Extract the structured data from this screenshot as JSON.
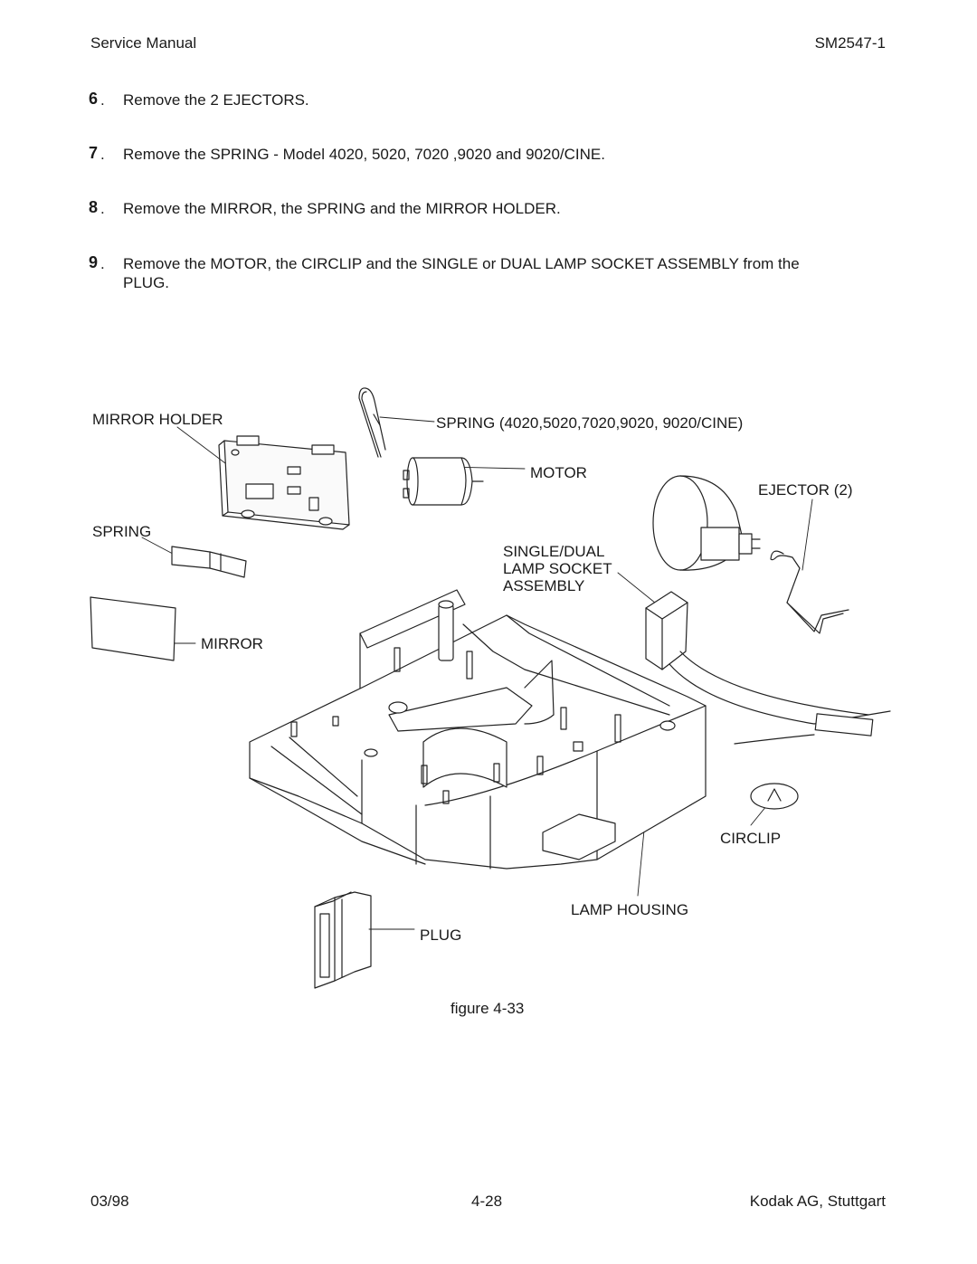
{
  "header": {
    "left": "Service Manual",
    "right": "SM2547-1"
  },
  "steps": [
    {
      "num": "6",
      "text": "Remove the 2 EJECTORS."
    },
    {
      "num": "7",
      "text": "Remove the SPRING - Model 4020, 5020, 7020 ,9020 and 9020/CINE."
    },
    {
      "num": "8",
      "text": "Remove the MIRROR, the SPRING and the MIRROR HOLDER."
    },
    {
      "num": "9",
      "text": "Remove the MOTOR, the CIRCLIP and the SINGLE or DUAL LAMP SOCKET ASSEMBLY from the",
      "text2": "PLUG."
    }
  ],
  "figure": {
    "labels": {
      "mirror_holder": "MIRROR HOLDER",
      "spring_top": "SPRING (4020,5020,7020,9020, 9020/CINE)",
      "motor": "MOTOR",
      "ejector": "EJECTOR (2)",
      "spring": "SPRING",
      "socket_1": "SINGLE/DUAL",
      "socket_2": "LAMP SOCKET",
      "socket_3": "ASSEMBLY",
      "mirror": "MIRROR",
      "circlip": "CIRCLIP",
      "lamp_housing": "LAMP HOUSING",
      "plug": "PLUG"
    },
    "caption": "figure 4-33"
  },
  "footer": {
    "left": "03/98",
    "center": "4-28",
    "right": "Kodak AG, Stuttgart"
  }
}
